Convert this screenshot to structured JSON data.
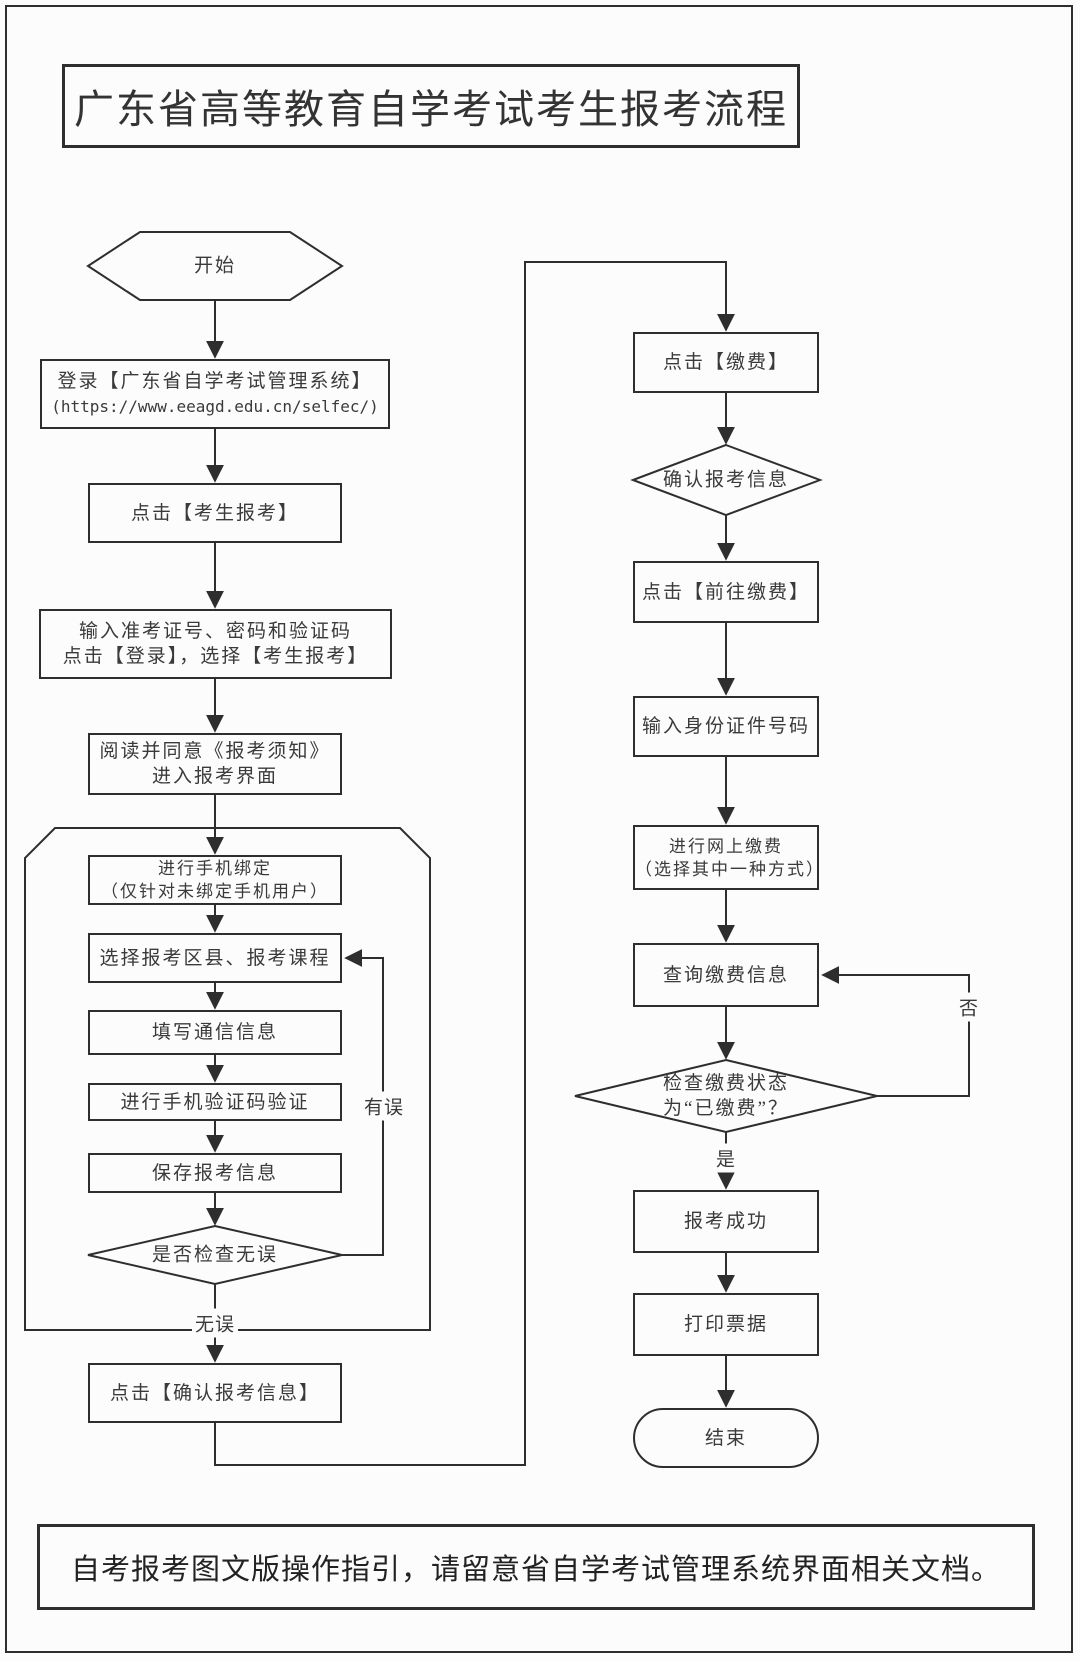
{
  "page": {
    "background_color": "#fcfcfc",
    "line_color": "#2e2e2e",
    "text_color": "#3a3a3a"
  },
  "title": "广东省高等教育自学考试考生报考流程",
  "footer_note": "自考报考图文版操作指引，请留意省自学考试管理系统界面相关文档。",
  "flow": {
    "start": "开始",
    "login_line1": "登录【广东省自学考试管理系统】",
    "login_line2": "(https://www.eeagd.edu.cn/selfec/)",
    "click_candidate_register": "点击【考生报考】",
    "enter_credentials_line1": "输入准考证号、密码和验证码",
    "enter_credentials_line2": "点击【登录】，选择【考生报考】",
    "read_notice_line1": "阅读并同意《报考须知》",
    "read_notice_line2": "进入报考界面",
    "bind_phone_line1": "进行手机绑定",
    "bind_phone_line2": "（仅针对未绑定手机用户）",
    "select_district_course": "选择报考区县、报考课程",
    "fill_contact_info": "填写通信信息",
    "sms_code_verify": "进行手机验证码验证",
    "save_register_info": "保存报考信息",
    "check_correct_decision": "是否检查无误",
    "label_has_error": "有误",
    "label_no_error": "无误",
    "click_confirm_info": "点击【确认报考信息】",
    "click_pay": "点击【缴费】",
    "confirm_info_decision": "确认报考信息",
    "click_go_pay": "点击【前往缴费】",
    "enter_id_number": "输入身份证件号码",
    "online_pay_line1": "进行网上缴费",
    "online_pay_line2": "（选择其中一种方式）",
    "query_payment_info": "查询缴费信息",
    "check_pay_status_line1": "检查缴费状态",
    "check_pay_status_line2": "为“已缴费”？",
    "label_no": "否",
    "label_yes": "是",
    "register_success": "报考成功",
    "print_receipt": "打印票据",
    "end": "结束"
  }
}
